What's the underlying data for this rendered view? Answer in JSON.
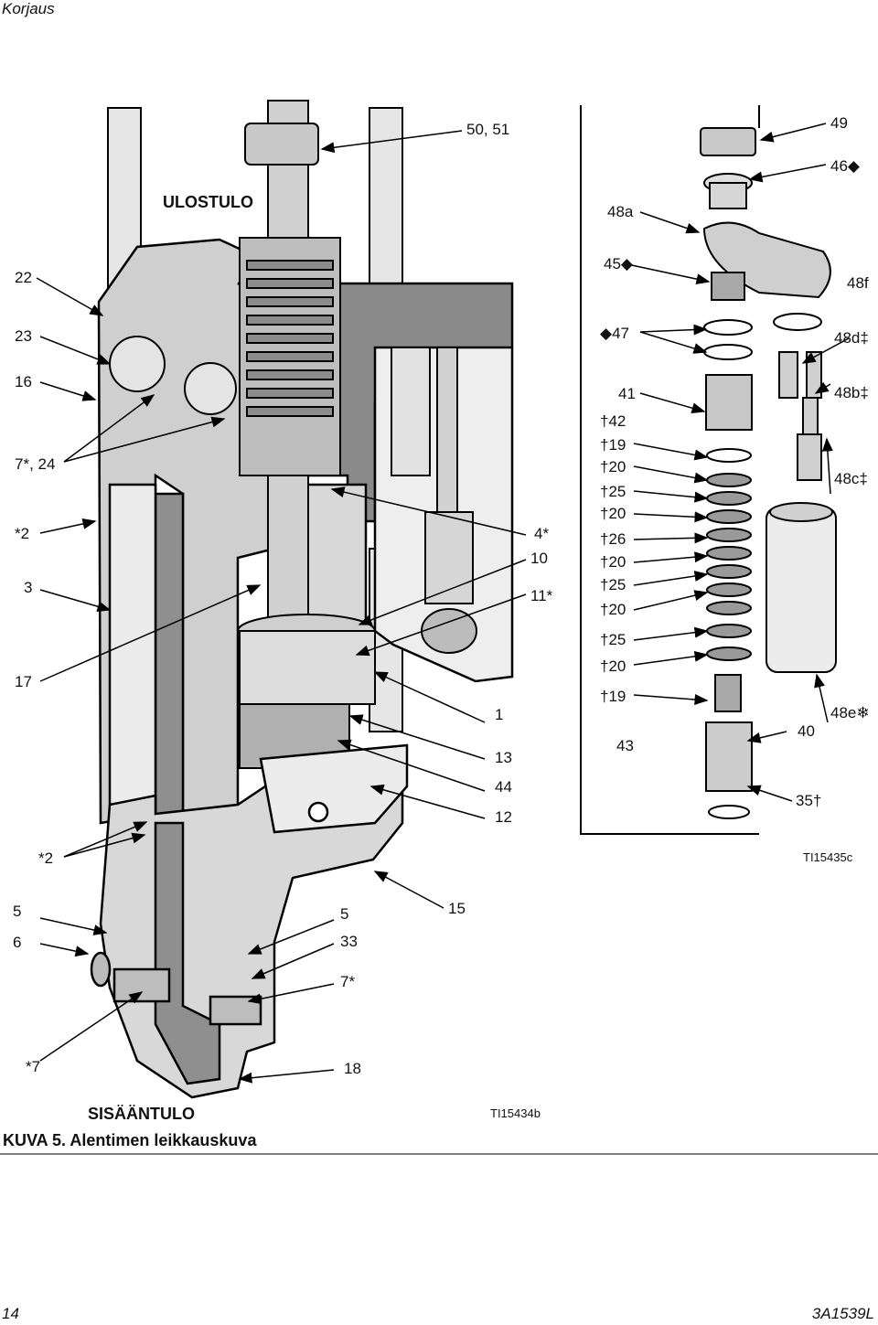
{
  "header": {
    "section": "Korjaus"
  },
  "figure": {
    "outlet_label": "ULOSTULO",
    "inlet_label": "SISÄÄNTULO",
    "caption_prefix": "KUVA",
    "caption_text": "5. Alentimen leikkauskuva",
    "image_id_main": "TI15434b",
    "image_id_detail": "TI15435c",
    "callouts": {
      "c50_51": "50, 51",
      "c22": "22",
      "c23": "23",
      "c16": "16",
      "c7_24": "7*, 24",
      "c2a": "*2",
      "c3": "3",
      "c17": "17",
      "c2b": "*2",
      "c5a": "5",
      "c6": "6",
      "c7b": "*7",
      "c4": "4*",
      "c10": "10",
      "c11": "11*",
      "c1": "1",
      "c13": "13",
      "c44": "44",
      "c12": "12",
      "c15": "15",
      "c5b": "5",
      "c33": "33",
      "c7c": "7*",
      "c18": "18"
    },
    "detail_callouts": {
      "d48a": "48a",
      "d45": "45◆",
      "d47": "◆47",
      "d41": "41",
      "d42": "†42",
      "d19a": "†19",
      "d20a": "†20",
      "d25a": "†25",
      "d20b": "†20",
      "d26": "†26",
      "d20c": "†20",
      "d25b": "†25",
      "d20d": "†20",
      "d25c": "†25",
      "d20e": "†20",
      "d19b": "†19",
      "d43": "43",
      "d49": "49",
      "d46": "46◆",
      "d48f": "48f",
      "d48d": "48d‡",
      "d48b": "48b‡",
      "d48c": "48c‡",
      "d40": "40",
      "d48e": "48e❄",
      "d35": "35†"
    }
  },
  "footer": {
    "page_number": "14",
    "doc_id": "3A1539L"
  }
}
